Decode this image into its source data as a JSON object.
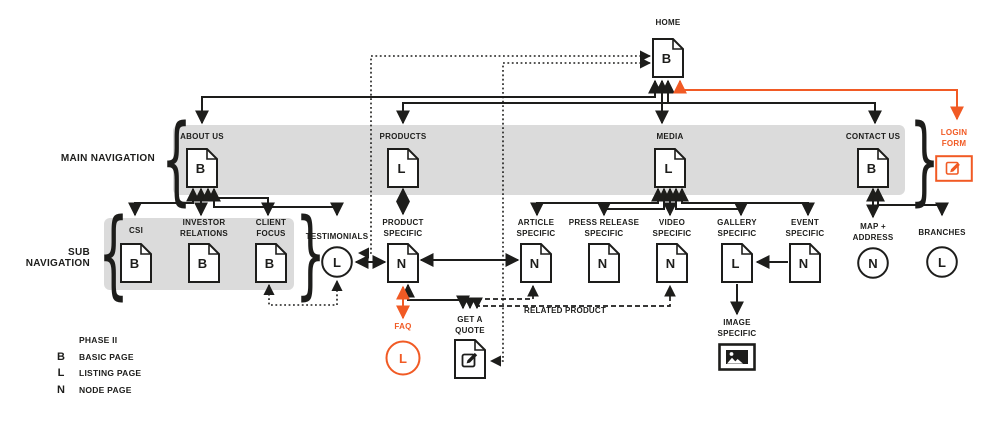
{
  "colors": {
    "orange": "#F15A24",
    "line": "#1D1D1B",
    "band": "#DBDBDB"
  },
  "labels": {
    "main_navigation": "MAIN NAVIGATION",
    "sub_navigation": "SUB NAVIGATION",
    "related_product": "RELATED PRODUCT"
  },
  "nodes": {
    "home": {
      "label": "HOME",
      "letter": "B"
    },
    "about_us": {
      "label": "ABOUT US",
      "letter": "B"
    },
    "products": {
      "label": "PRODUCTS",
      "letter": "L"
    },
    "media": {
      "label": "MEDIA",
      "letter": "L"
    },
    "contact_us": {
      "label": "CONTACT US",
      "letter": "B"
    },
    "login_form": {
      "line1": "LOGIN",
      "line2": "FORM",
      "icon": "edit-icon"
    },
    "csi": {
      "label": "CSI",
      "letter": "B"
    },
    "investor_relations": {
      "line1": "INVESTOR",
      "line2": "RELATIONS",
      "letter": "B"
    },
    "client_focus": {
      "line1": "CLIENT",
      "line2": "FOCUS",
      "letter": "B"
    },
    "testimonials": {
      "label": "TESTIMONIALS",
      "letter": "L"
    },
    "product_specific": {
      "line1": "PRODUCT",
      "line2": "SPECIFIC",
      "letter": "N"
    },
    "article_specific": {
      "line1": "ARTICLE",
      "line2": "SPECIFIC",
      "letter": "N"
    },
    "press_release_specific": {
      "line1": "PRESS RELEASE",
      "line2": "SPECIFIC",
      "letter": "N"
    },
    "video_specific": {
      "line1": "VIDEO",
      "line2": "SPECIFIC",
      "letter": "N"
    },
    "gallery_specific": {
      "line1": "GALLERY",
      "line2": "SPECIFIC",
      "letter": "L"
    },
    "event_specific": {
      "line1": "EVENT",
      "line2": "SPECIFIC",
      "letter": "N"
    },
    "map_address": {
      "line1": "MAP +",
      "line2": "ADDRESS",
      "letter": "N"
    },
    "branches": {
      "label": "BRANCHES",
      "letter": "L"
    },
    "faq": {
      "label": "FAQ",
      "letter": "L"
    },
    "get_a_quote": {
      "line1": "GET A",
      "line2": "QUOTE",
      "icon": "edit-icon"
    },
    "image_specific": {
      "line1": "IMAGE",
      "line2": "SPECIFIC",
      "icon": "image-icon"
    }
  },
  "legend": {
    "items": [
      {
        "symbol": "dot",
        "label": "PHASE II"
      },
      {
        "symbol": "B",
        "label": "BASIC PAGE"
      },
      {
        "symbol": "L",
        "label": "LISTING PAGE"
      },
      {
        "symbol": "N",
        "label": "NODE PAGE"
      }
    ]
  }
}
